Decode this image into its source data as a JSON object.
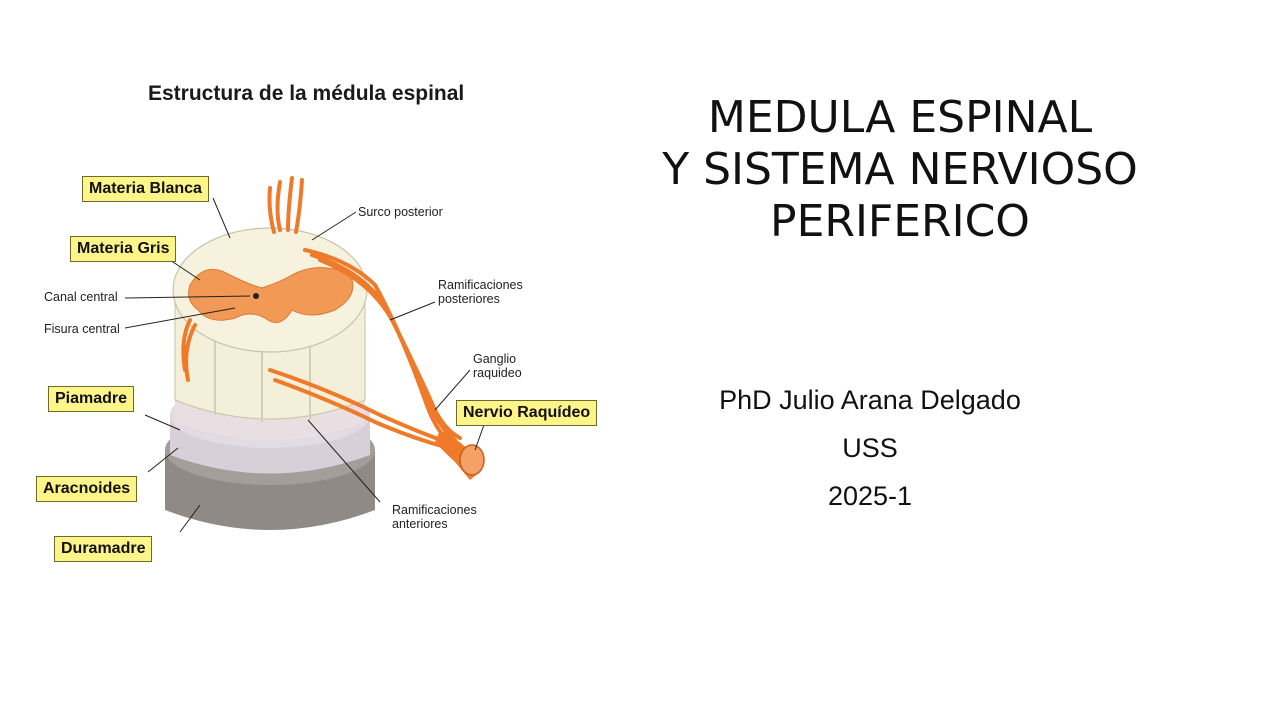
{
  "figure": {
    "title": "Estructura de la médula espinal",
    "callouts": {
      "materia_blanca": "Materia Blanca",
      "materia_gris": "Materia Gris",
      "piamadre": "Piamadre",
      "aracnoides": "Aracnoides",
      "duramadre": "Duramadre",
      "nervio_raquideo": "Nervio Raquídeo"
    },
    "labels": {
      "canal_central": "Canal central",
      "fisura_central": "Fisura central",
      "surco_posterior": "Surco posterior",
      "ramificaciones_posteriores_1": "Ramificaciones",
      "ramificaciones_posteriores_2": "posteriores",
      "ganglio_1": "Ganglio",
      "ganglio_2": "raquideo",
      "ramificaciones_anteriores_1": "Ramificaciones",
      "ramificaciones_anteriores_2": "anteriores"
    },
    "colors": {
      "white_matter": "#f3efd8",
      "gray_matter": "#f29a55",
      "nerve": "#ee7a2a",
      "pia": "#e9dfe3",
      "arachnoid": "#d7d0d8",
      "dura": "#8f8a86",
      "callout_bg": "#fdf58a"
    }
  },
  "title": {
    "line1": "MEDULA ESPINAL",
    "line2": "Y SISTEMA NERVIOSO",
    "line3": "PERIFERICO"
  },
  "subtitle": {
    "author": "PhD  Julio Arana Delgado",
    "institution": "USS",
    "term": "2025-1"
  }
}
